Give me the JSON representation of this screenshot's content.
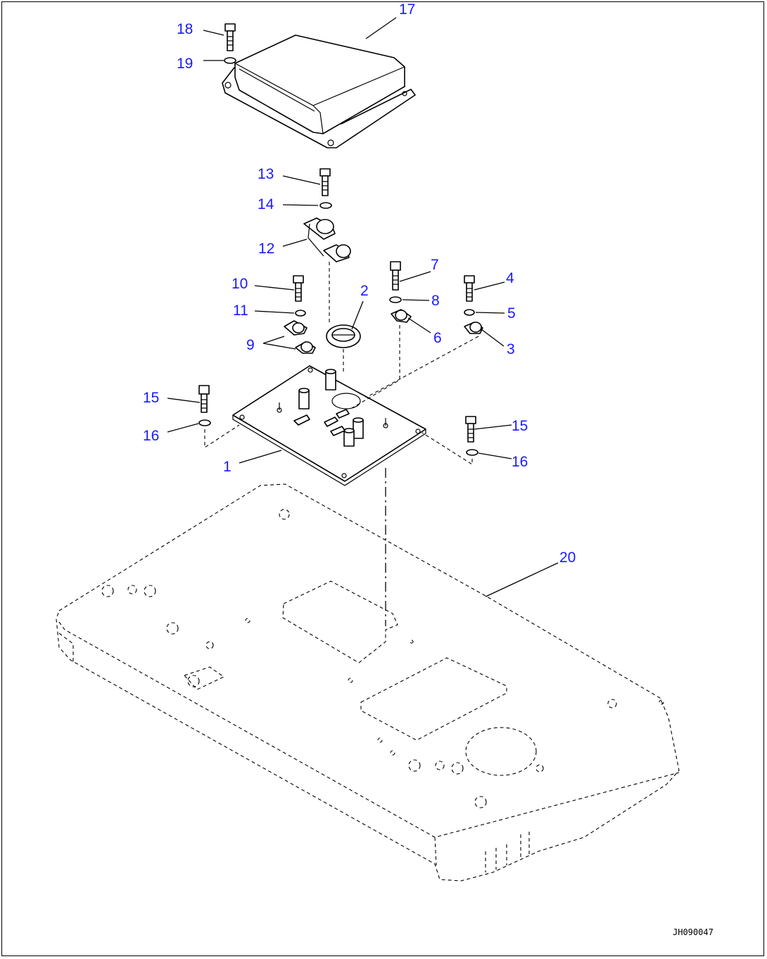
{
  "drawing_code": "JH090047",
  "callouts": [
    {
      "id": "c1",
      "label": "1"
    },
    {
      "id": "c2",
      "label": "2"
    },
    {
      "id": "c3",
      "label": "3"
    },
    {
      "id": "c4",
      "label": "4"
    },
    {
      "id": "c5",
      "label": "5"
    },
    {
      "id": "c6",
      "label": "6"
    },
    {
      "id": "c7",
      "label": "7"
    },
    {
      "id": "c8",
      "label": "8"
    },
    {
      "id": "c9",
      "label": "9"
    },
    {
      "id": "c10",
      "label": "10"
    },
    {
      "id": "c11",
      "label": "11"
    },
    {
      "id": "c12",
      "label": "12"
    },
    {
      "id": "c13",
      "label": "13"
    },
    {
      "id": "c14",
      "label": "14"
    },
    {
      "id": "c15a",
      "label": "15"
    },
    {
      "id": "c15b",
      "label": "15"
    },
    {
      "id": "c16a",
      "label": "16"
    },
    {
      "id": "c16b",
      "label": "16"
    },
    {
      "id": "c17",
      "label": "17"
    },
    {
      "id": "c18",
      "label": "18"
    },
    {
      "id": "c19",
      "label": "19"
    },
    {
      "id": "c20",
      "label": "20"
    }
  ],
  "colors": {
    "callout": "#1a1aff",
    "line": "#000000",
    "background": "#ffffff"
  }
}
